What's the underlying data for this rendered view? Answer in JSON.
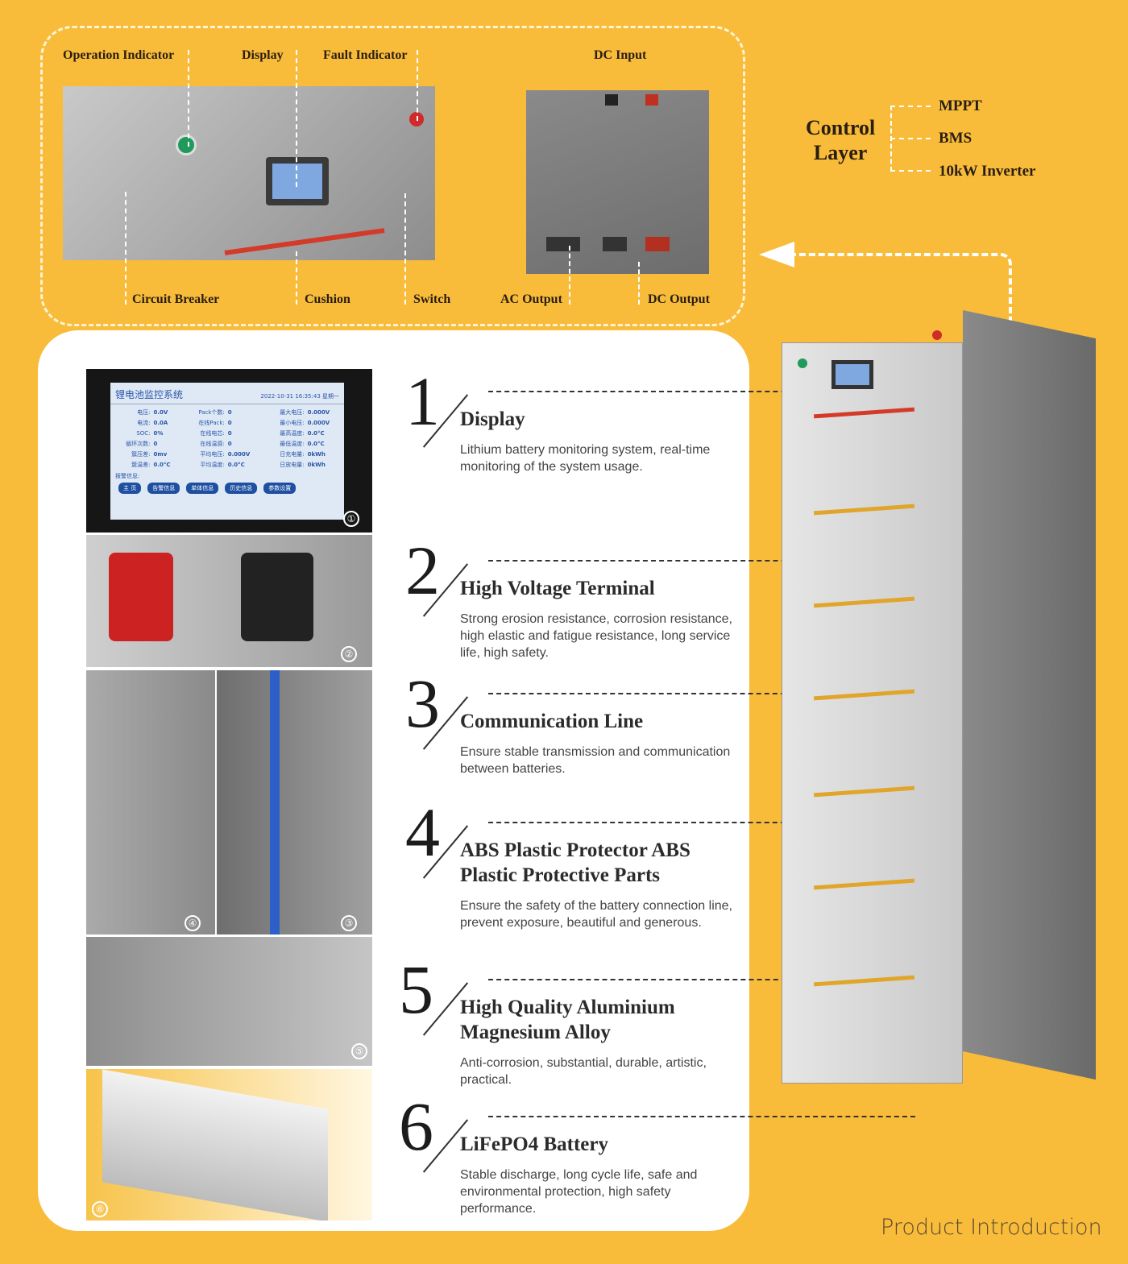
{
  "top_labels": {
    "operation_indicator": "Operation Indicator",
    "display": "Display",
    "fault_indicator": "Fault Indicator",
    "dc_input": "DC Input",
    "circuit_breaker": "Circuit Breaker",
    "cushion": "Cushion",
    "switch": "Switch",
    "ac_output": "AC Output",
    "dc_output": "DC Output"
  },
  "control_layer": {
    "title_line1": "Control",
    "title_line2": "Layer",
    "items": [
      "MPPT",
      "BMS",
      "10kW Inverter"
    ]
  },
  "screen": {
    "title": "锂电池监控系统",
    "datetime": "2022-10-31  16:35:43 星期一",
    "rows": [
      [
        "电压:",
        "0.0V",
        "Pack个数:",
        "0",
        "最大电压:",
        "0.000V"
      ],
      [
        "电流:",
        "0.0A",
        "在线Pack:",
        "0",
        "最小电压:",
        "0.000V"
      ],
      [
        "SOC:",
        "0%",
        "在线电芯:",
        "0",
        "最高温度:",
        "0.0°C"
      ],
      [
        "循环次数:",
        "0",
        "在线温感:",
        "0",
        "最低温度:",
        "0.0°C"
      ],
      [
        "簇压差:",
        "0mv",
        "平均电压:",
        "0.000V",
        "日充电量:",
        "0kWh"
      ],
      [
        "簇温差:",
        "0.0°C",
        "平均温度:",
        "0.0°C",
        "日放电量:",
        "0kWh"
      ]
    ],
    "alarm_label": "报警信息:",
    "buttons": [
      "主 页",
      "告警信息",
      "单体信息",
      "历史信息",
      "参数设置"
    ]
  },
  "image_badges": [
    "①",
    "②",
    "④",
    "③",
    "⑤",
    "⑥"
  ],
  "features": [
    {
      "number": "1",
      "title": "Display",
      "desc": "Lithium battery monitoring system, real-time monitoring of the system usage."
    },
    {
      "number": "2",
      "title": "High Voltage Terminal",
      "desc": "Strong erosion resistance, corrosion resistance, high elastic and fatigue resistance, long service life, high safety."
    },
    {
      "number": "3",
      "title": "Communication Line",
      "desc": "Ensure stable transmission and communication between batteries."
    },
    {
      "number": "4",
      "title": "ABS Plastic Protector ABS Plastic Protective Parts",
      "desc": "Ensure the safety of the battery connection line, prevent exposure, beautiful and generous."
    },
    {
      "number": "5",
      "title": "High Quality Aluminium Magnesium Alloy",
      "desc": "Anti-corrosion, substantial, durable, artistic, practical."
    },
    {
      "number": "6",
      "title": "LiFePO4 Battery",
      "desc": "Stable discharge, long cycle life, safe and environmental protection, high safety performance."
    }
  ],
  "footer": "Product Introduction",
  "colors": {
    "background": "#F8BC3A",
    "panel": "#FFFFFF"
  }
}
